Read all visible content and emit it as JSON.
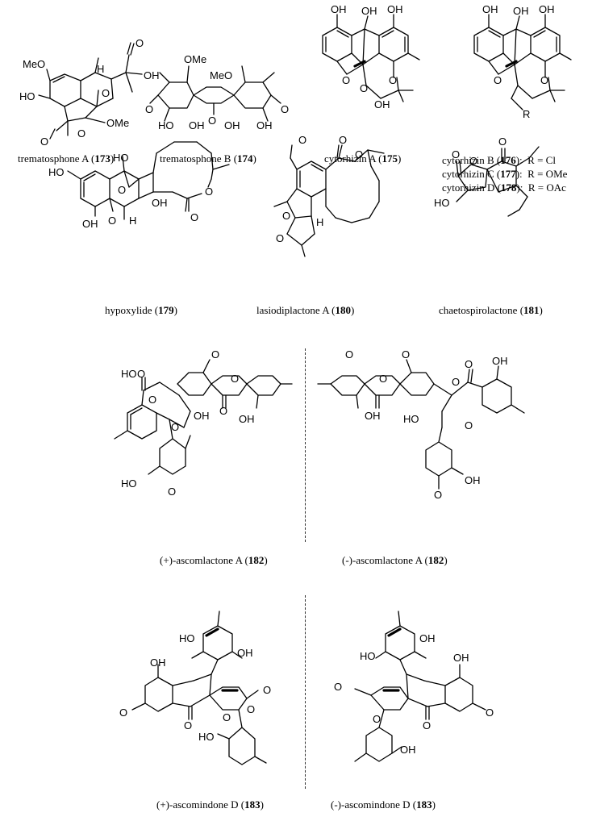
{
  "captions": {
    "c173_name": "trematosphone A (",
    "c173_num": "173",
    "c173_close": ")",
    "c174_name": "trematosphone B (",
    "c174_num": "174",
    "c174_close": ")",
    "c175_name": "cytorhizin A (",
    "c175_num": "175",
    "c175_close": ")",
    "c176_name": "cytorhizin B (",
    "c176_num": "176",
    "c176_close": "):",
    "c176_r": "R = Cl",
    "c177_name": "cytorhizin C (",
    "c177_num": "177",
    "c177_close": "):",
    "c177_r": "R = OMe",
    "c178_name": "cytorhizin D (",
    "c178_num": "178",
    "c178_close": "):",
    "c178_r": "R = OAc",
    "c179_name": "hypoxylide (",
    "c179_num": "179",
    "c179_close": ")",
    "c180_name": "lasiodiplactone A (",
    "c180_num": "180",
    "c180_close": ")",
    "c181_name": "chaetospirolactone (",
    "c181_num": "181",
    "c181_close": ")",
    "c182p_name": "(+)-ascomlactone A (",
    "c182p_num": "182",
    "c182p_close": ")",
    "c182m_name": "(-)-ascomlactone A (",
    "c182m_num": "182",
    "c182m_close": ")",
    "c183p_name": "(+)-ascomindone D (",
    "c183p_num": "183",
    "c183p_close": ")",
    "c183m_name": "(-)-ascomindone D (",
    "c183m_num": "183",
    "c183m_close": ")"
  },
  "atom_labels": {
    "meo": "MeO",
    "ome": "OMe",
    "ho": "HO",
    "oh": "OH",
    "o": "O",
    "h": "H",
    "r": "R"
  }
}
